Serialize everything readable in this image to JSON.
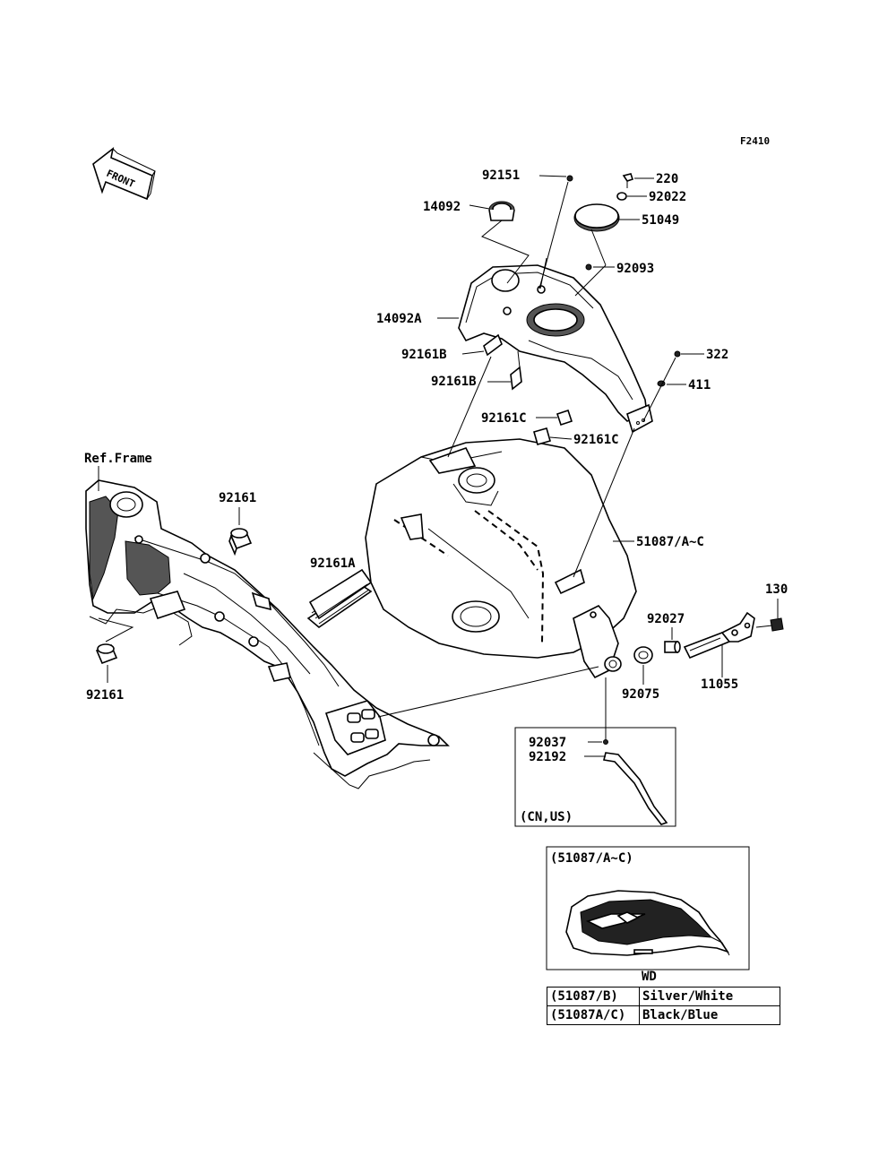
{
  "figure_code": "F2410",
  "front_label": "FRONT",
  "ref_frame_label": "Ref.Frame",
  "part_labels": {
    "p92151": "92151",
    "p220": "220",
    "p92022": "92022",
    "p14092": "14092",
    "p51049": "51049",
    "p92093": "92093",
    "p14092A": "14092A",
    "p92161B_1": "92161B",
    "p92161B_2": "92161B",
    "p322": "322",
    "p411": "411",
    "p92161C_1": "92161C",
    "p92161C_2": "92161C",
    "p92161_top": "92161",
    "p92161A": "92161A",
    "p51087": "51087/A~C",
    "p130": "130",
    "p92027": "92027",
    "p11055": "11055",
    "p92075": "92075",
    "p92161_bottom": "92161",
    "p92037": "92037",
    "p92192": "92192"
  },
  "regional_box_label": "(CN,US)",
  "variant_box_label": "(51087/A~C)",
  "color_table": {
    "header": "WD",
    "rows": [
      {
        "part": "(51087/B)",
        "color": "Silver/White"
      },
      {
        "part": "(51087A/C)",
        "color": "Black/Blue"
      }
    ]
  }
}
